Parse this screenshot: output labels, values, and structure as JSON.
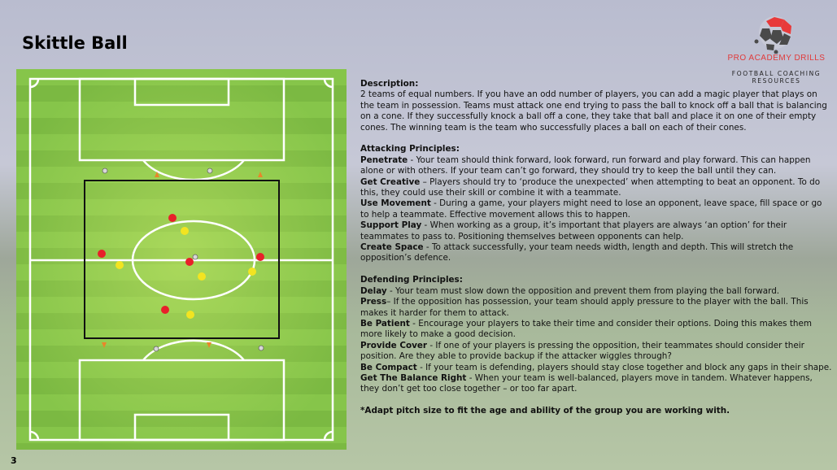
{
  "slide": {
    "title": "Skittle Ball",
    "page_number": "3"
  },
  "logo": {
    "name": "PRO ACADEMY DRILLS",
    "tagline": "FOOTBALL COACHING RESOURCES",
    "colors": {
      "red": "#e83a3a",
      "grey": "#4a4a4a"
    }
  },
  "diagram": {
    "pitch_color": "#7fbf45",
    "red_team": "#e8202a",
    "yellow_team": "#f2e421",
    "cone_color": "#e8862a"
  },
  "description": {
    "heading": "Description:",
    "text": "2 teams of equal numbers. If you have an odd number of players, you can add a magic player that plays on the team in possession. Teams must attack one end trying to pass the ball to knock off a ball that is balancing on a cone. If they successfully knock a ball off a cone, they take that ball and place it on one of their empty cones. The winning team is the team who successfully places a ball on each of their cones."
  },
  "attacking": {
    "heading": "Attacking Principles:",
    "items": [
      {
        "term": "Penetrate",
        "text": " - Your team should think forward, look forward, run forward and play forward. This can happen alone or with others. If your team can’t go forward, they should try to keep the ball until they can."
      },
      {
        "term": "Get Creative",
        "text": " – Players should try to ‘produce the unexpected’ when attempting to beat an opponent. To do this, they could use their skill or combine it with a teammate."
      },
      {
        "term": "Use Movement",
        "text": " - During a game, your players might need to lose an opponent, leave space, fill space or go to help a teammate. Effective movement allows this to happen."
      },
      {
        "term": "Support Play",
        "text": " - When working as a group, it’s important that players are always ‘an option’ for their teammates to pass to. Positioning themselves between opponents can help."
      },
      {
        "term": "Create Space",
        "text": " - To attack successfully, your team needs width, length and depth. This will stretch the opposition’s defence."
      }
    ]
  },
  "defending": {
    "heading": "Defending Principles:",
    "items": [
      {
        "term": "Delay",
        "text": " - Your team must slow down the opposition and prevent them from playing the ball forward."
      },
      {
        "term": "Press",
        "text": "– If the opposition has possession, your team should apply pressure to the player with the ball. This makes it harder for them to attack."
      },
      {
        "term": "Be Patient",
        "text": " - Encourage your players to take their time and consider their options. Doing this makes them more likely to make a good decision."
      },
      {
        "term": "Provide Cover",
        "text": " - If one of your players is pressing the opposition, their teammates should consider their position. Are they able to provide backup if the attacker wiggles through?"
      },
      {
        "term": "Be Compact",
        "text": " - If your team is defending, players should stay close together and block any gaps in their shape."
      },
      {
        "term": "Get The Balance Right",
        "text": " - When your team is well-balanced, players move in tandem. Whatever happens, they don’t get too close together – or too far apart."
      }
    ]
  },
  "note": "*Adapt pitch size to fit the age and ability of the group you are working with."
}
